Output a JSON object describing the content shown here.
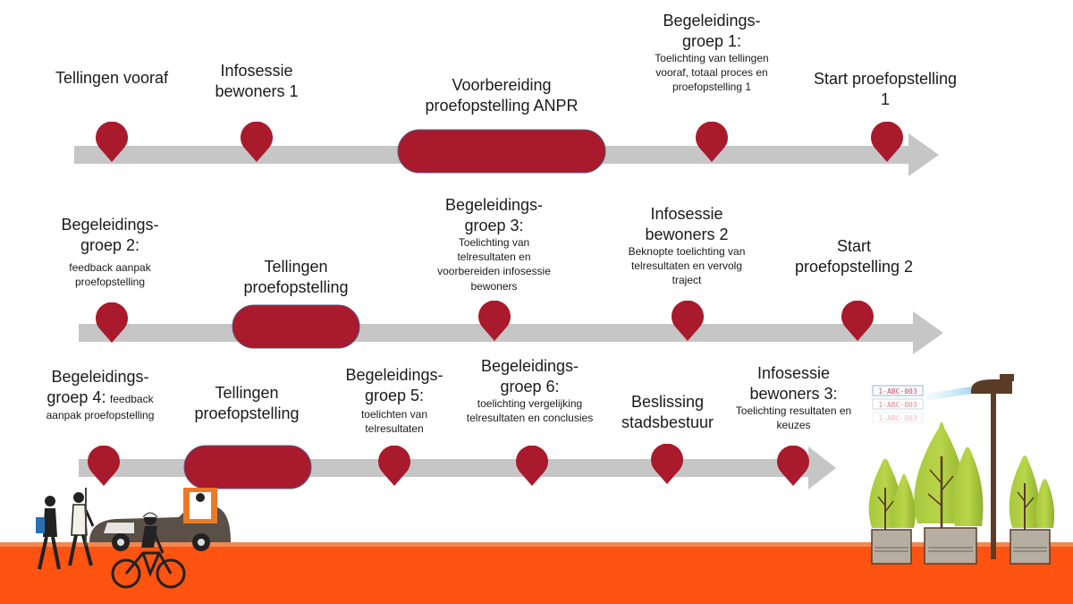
{
  "colors": {
    "arrow": "#c6c6c6",
    "marker": "#a81a2c",
    "ground": "#ff5311",
    "ground_top": "#f07a3a"
  },
  "row1": {
    "m1": {
      "title": "Tellingen vooraf"
    },
    "m2": {
      "title": "Infosessie bewoners 1"
    },
    "m3": {
      "title": "Voorbereiding proefopstelling ANPR"
    },
    "m4": {
      "title": "Begeleidings-groep 1:",
      "detail": "Toelichting van tellingen vooraf, totaal proces en proefopstelling 1"
    },
    "m5": {
      "title": "Start proefopstelling 1"
    }
  },
  "row2": {
    "m1": {
      "title": "Begeleidings-groep 2:",
      "detail": "feedback aanpak proefopstelling"
    },
    "m2": {
      "title": "Tellingen proefopstelling"
    },
    "m3": {
      "title": "Begeleidings-groep 3:",
      "detail": "Toelichting van telresultaten en voorbereiden infosessie bewoners"
    },
    "m4": {
      "title": "Infosessie bewoners 2",
      "detail": "Beknopte toelichting van telresultaten en vervolg traject"
    },
    "m5": {
      "title": "Start proefopstelling 2"
    }
  },
  "row3": {
    "m1": {
      "title": "Begeleidings-groep 4:",
      "inline": "feedback",
      "detail": "aanpak proefopstelling"
    },
    "m2": {
      "title": "Tellingen proefopstelling"
    },
    "m3": {
      "title": "Begeleidings-groep 5:",
      "detail": "toelichten van telresultaten"
    },
    "m4": {
      "title": "Begeleidings-groep 6:",
      "detail": "toelichting vergelijking telresultaten en conclusies"
    },
    "m5": {
      "title": "Beslissing stadsbestuur"
    },
    "m6": {
      "title": "Infosessie bewoners 3:",
      "detail": "Toelichting resultaten en keuzes"
    }
  },
  "plates": [
    "1-ABC-003",
    "1-ABC-003",
    "1-ABC-003"
  ]
}
